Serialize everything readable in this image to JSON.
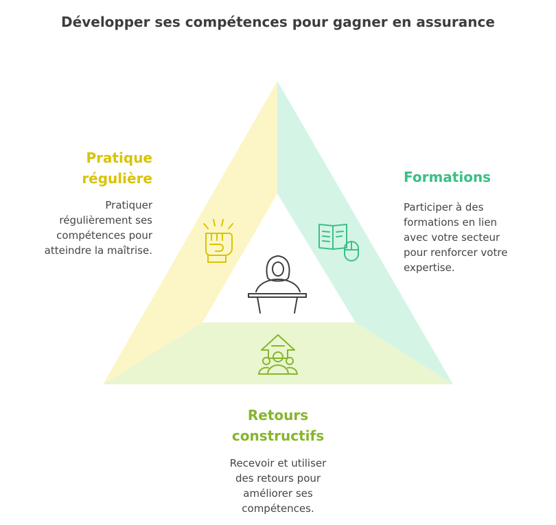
{
  "title": "Développer ses compétences pour gagner en assurance",
  "sections": {
    "left": {
      "title": "Pratique\nrégulière",
      "description": "Pratiquer\nrégulièrement ses\ncompétences pour\natteindre la maîtrise.",
      "color": "#d8c400",
      "fill": "#fcf6c6",
      "icon": "raised-fist-icon"
    },
    "right": {
      "title": "Formations",
      "description": "Participer à des\nformations en lien\navec votre secteur\npour renforcer votre\nexpertise.",
      "color": "#3bbf84",
      "fill": "#d4f5e6",
      "icon": "book-mouse-icon"
    },
    "bottom": {
      "title": "Retours\nconstructifs",
      "description": "Recevoir et utiliser\ndes retours pour\naméliorer ses\ncompétences.",
      "color": "#86b52c",
      "fill": "#e9f6cf",
      "icon": "team-growth-arrow-icon"
    }
  },
  "center": {
    "icon": "speaker-at-podium-icon",
    "color": "#3d3d3d"
  }
}
